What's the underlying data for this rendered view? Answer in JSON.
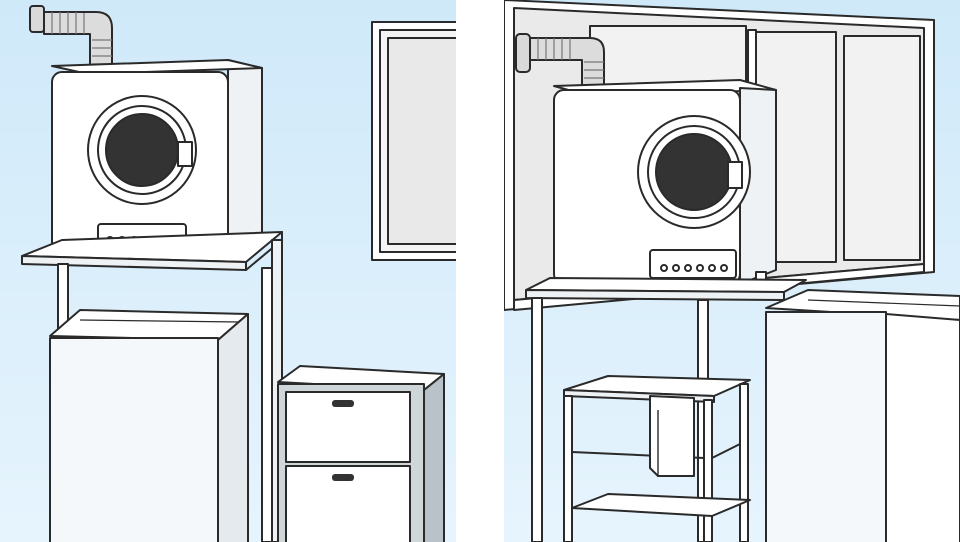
{
  "colors": {
    "wall": "#d8eefb",
    "wall_light": "#e8f5fd",
    "outline": "#2a2a2a",
    "appliance_white": "#ffffff",
    "appliance_side": "#eef2f4",
    "door_glass": "#333333",
    "window_pane": "#ececec",
    "window_frame": "#555555",
    "cabinet_shadow": "#cfd6da"
  },
  "panels": [
    {
      "id": "left",
      "depicts": [
        "dryer-on-rack-stand",
        "duct-hose",
        "washing-machine",
        "drawer-cabinet",
        "window"
      ]
    },
    {
      "id": "right",
      "depicts": [
        "dryer-on-rack-stand",
        "duct-hose",
        "washing-machine",
        "open-shelf-with-towel",
        "window"
      ]
    }
  ]
}
